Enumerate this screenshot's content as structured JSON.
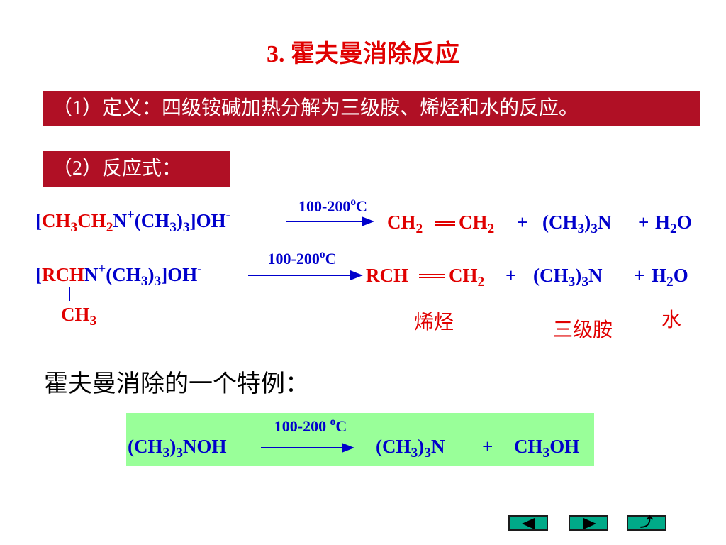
{
  "slide": {
    "title": "3.   霍夫曼消除反应",
    "definition": "（1）定义：四级铵碱加热分解为三级胺、烯烃和水的反应。",
    "equation_label": "（2）反应式：",
    "reaction1": {
      "reactant": {
        "bracket_open": "[",
        "ch3": "CH",
        "s1": "3",
        "ch2": "CH",
        "s2": "2",
        "n": "N",
        "plus": "+",
        "group": "(CH",
        "s3": "3",
        "close": ")",
        "s4": "3",
        "bracket_close": "]",
        "oh": "OH",
        "minus": "-"
      },
      "condition": {
        "value": "100-200",
        "degree": "o",
        "unit": "C"
      },
      "product_alkene": {
        "a": "CH",
        "a_sub": "2",
        "b": "CH",
        "b_sub": "2"
      },
      "plus1": "+",
      "product_amine": {
        "open": "(CH",
        "s1": "3",
        "close": ")",
        "s2": "3",
        "n": "N"
      },
      "plus2": "+",
      "product_water": {
        "h": "H",
        "s": "2",
        "o": "O"
      }
    },
    "reaction2": {
      "reactant": {
        "bracket_open": "[",
        "rchn": "RCH",
        "n": "N",
        "plus": "+",
        "group": "(CH",
        "s1": "3",
        "close": ")",
        "s2": "3",
        "bracket_close": "]",
        "oh": "OH",
        "minus": "-",
        "branch": "CH",
        "branch_sub": "3"
      },
      "condition": {
        "value": "100-200",
        "degree": "o",
        "unit": "C"
      },
      "product_alkene": {
        "a": "RCH",
        "b": "CH",
        "b_sub": "2"
      },
      "plus1": "+",
      "product_amine": {
        "open": "(CH",
        "s1": "3",
        "close": ")",
        "s2": "3",
        "n": "N"
      },
      "plus2": "+",
      "product_water": {
        "h": "H",
        "s": "2",
        "o": "O"
      }
    },
    "labels": {
      "alkene": "烯烃",
      "amine": "三级胺",
      "water": "水"
    },
    "special_heading": "霍夫曼消除的一个特例：",
    "special": {
      "condition": {
        "value": "100-200 ",
        "degree": "o",
        "unit": "C"
      },
      "reactant": {
        "open": "(CH",
        "s1": "3",
        "close": ")",
        "s2": "3",
        "rest": "NOH"
      },
      "product_amine": {
        "open": "(CH",
        "s1": "3",
        "close": ")",
        "s2": "3",
        "n": "N"
      },
      "plus": "+",
      "product_methanol": {
        "a": "CH",
        "s": "3",
        "b": "OH"
      }
    }
  },
  "nav": {
    "prev_icon": "triangle-left-icon",
    "next_icon": "triangle-right-icon",
    "return_icon": "return-icon",
    "return_glyph": "⤴"
  },
  "colors": {
    "accent_red": "#e00000",
    "band": "#b01025",
    "formula_blue": "#0000cc",
    "green_box": "#99ff99",
    "nav_button": "#00aa88"
  }
}
